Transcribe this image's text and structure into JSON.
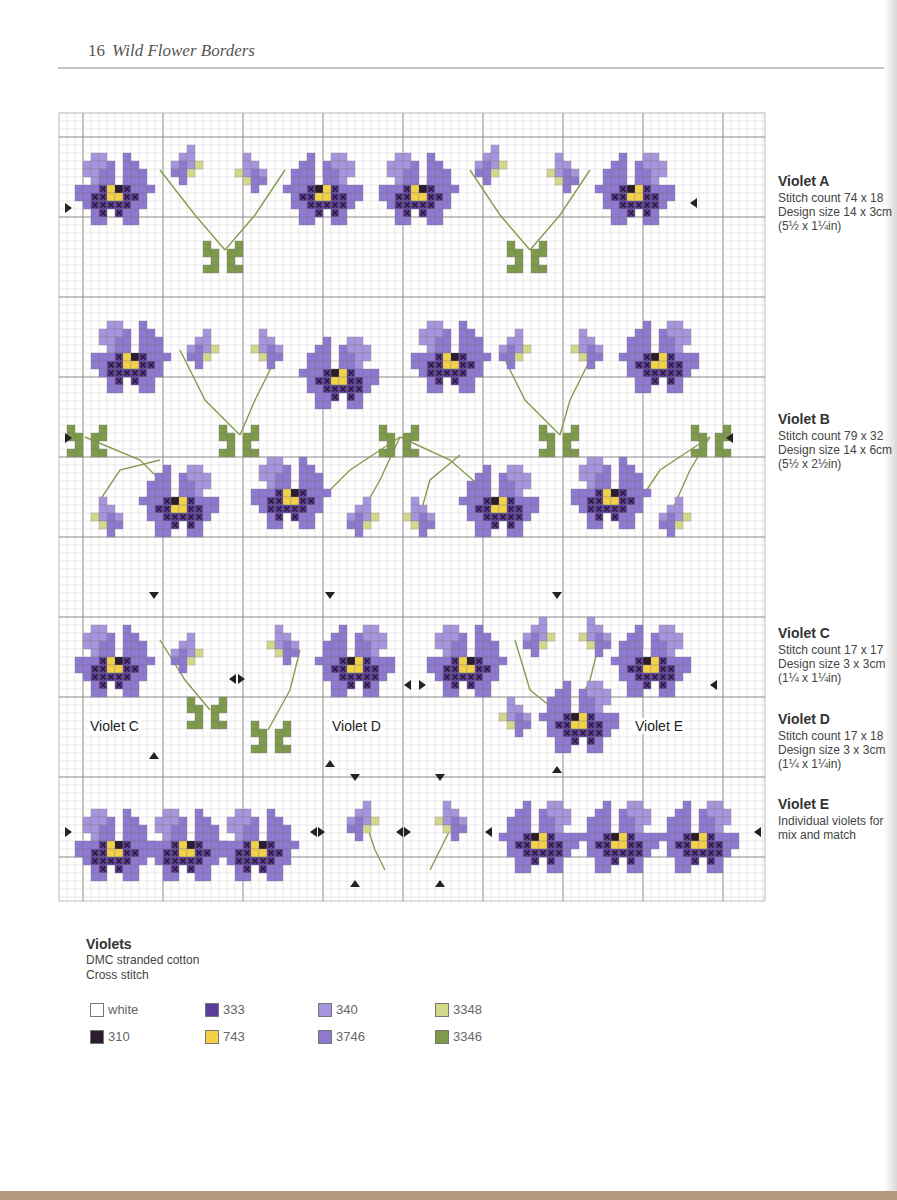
{
  "diagram": {
    "title": "Wild Flower Borders",
    "labels": [
      "16",
      "Violet A",
      "Stitch count 74 x 18",
      "Design size 14 x 3cm",
      "(5½ x 1¼in)",
      "Violet B",
      "Stitch count 79 x 32",
      "Design size 14 x 6cm",
      "(5½ x 2½in)",
      "Violet C",
      "Stitch count 17 x 17",
      "Design size 3 x 3cm",
      "(1¼ x 1¼in)",
      "Violet D",
      "Stitch count 17 x 18",
      "Design size 3 x 3cm",
      "(1¼ x 1¼in)",
      "Violet E",
      "Individual violets for mix and match",
      "Violet C",
      "Violet D",
      "Violet E",
      "Violets",
      "DMC stranded cotton",
      "Cross stitch"
    ],
    "legend": [
      {
        "text": "white",
        "color": "#ffffff"
      },
      {
        "text": "310",
        "color": "#2a1c2e"
      },
      {
        "text": "333",
        "color": "#5b3e9c"
      },
      {
        "text": "743",
        "color": "#f3d24a"
      },
      {
        "text": "340",
        "color": "#a795de"
      },
      {
        "text": "3746",
        "color": "#8f78d0"
      },
      {
        "text": "3348",
        "color": "#d4d98a"
      },
      {
        "text": "3346",
        "color": "#7f9a4a"
      }
    ]
  }
}
